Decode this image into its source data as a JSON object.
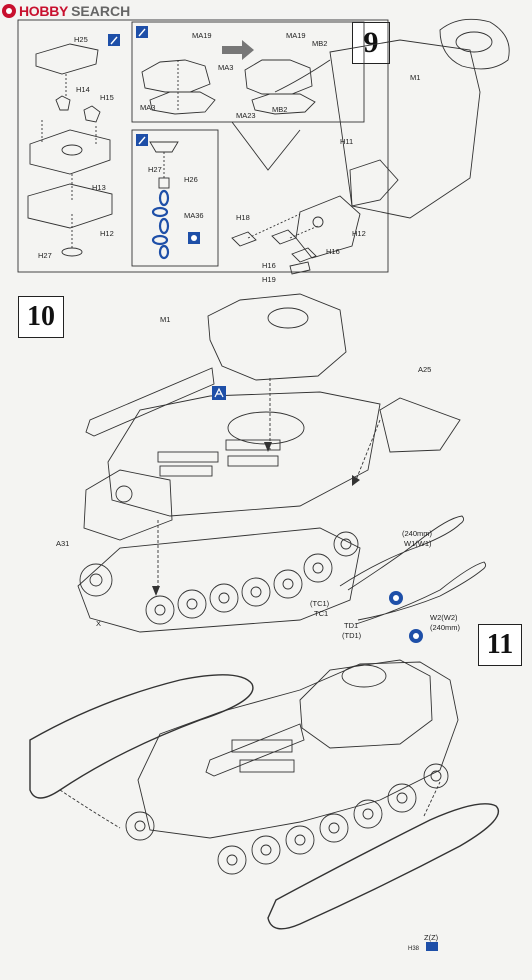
{
  "watermark": {
    "brand_a": "HOBBY",
    "brand_b": "SEARCH"
  },
  "steps": {
    "s9": "9",
    "s10": "10",
    "s11": "11"
  },
  "icons": {
    "glue": "glue-icon",
    "paint": "paint-icon",
    "assemble": "assembly-icon",
    "decal": "decal-icon"
  },
  "inset_glue": {
    "ma19_l": "MA19",
    "ma3_top": "MA3",
    "ma3_bot": "MA3",
    "ma23": "MA23",
    "ma19_r": "MA19",
    "mb2_top": "MB2",
    "mb2_bot": "MB2"
  },
  "inset_chain": {
    "h27": "H27",
    "h26": "H26",
    "ma36": "MA36"
  },
  "step9_left": {
    "h25": "H25",
    "h14": "H14",
    "h15": "H15",
    "h13": "H13",
    "h12": "H12",
    "h27": "H27"
  },
  "step9_right": {
    "m1": "M1",
    "h11": "H11",
    "h12": "H12",
    "h18": "H18",
    "h16_a": "H16",
    "h16_b": "H16",
    "h19": "H19"
  },
  "step10": {
    "m1": "M1",
    "a25": "A25",
    "a31": "A31",
    "x": "X",
    "w1_len": "(240mm)",
    "w1": "W1(W1)",
    "tc1_a": "(TC1)",
    "tc1_b": "TC1",
    "td1_a": "TD1",
    "td1_b": "(TD1)",
    "w2": "W2(W2)",
    "w2_len": "(240mm)"
  },
  "step11": {
    "z": "Z(Z)",
    "page_code": "H38"
  }
}
